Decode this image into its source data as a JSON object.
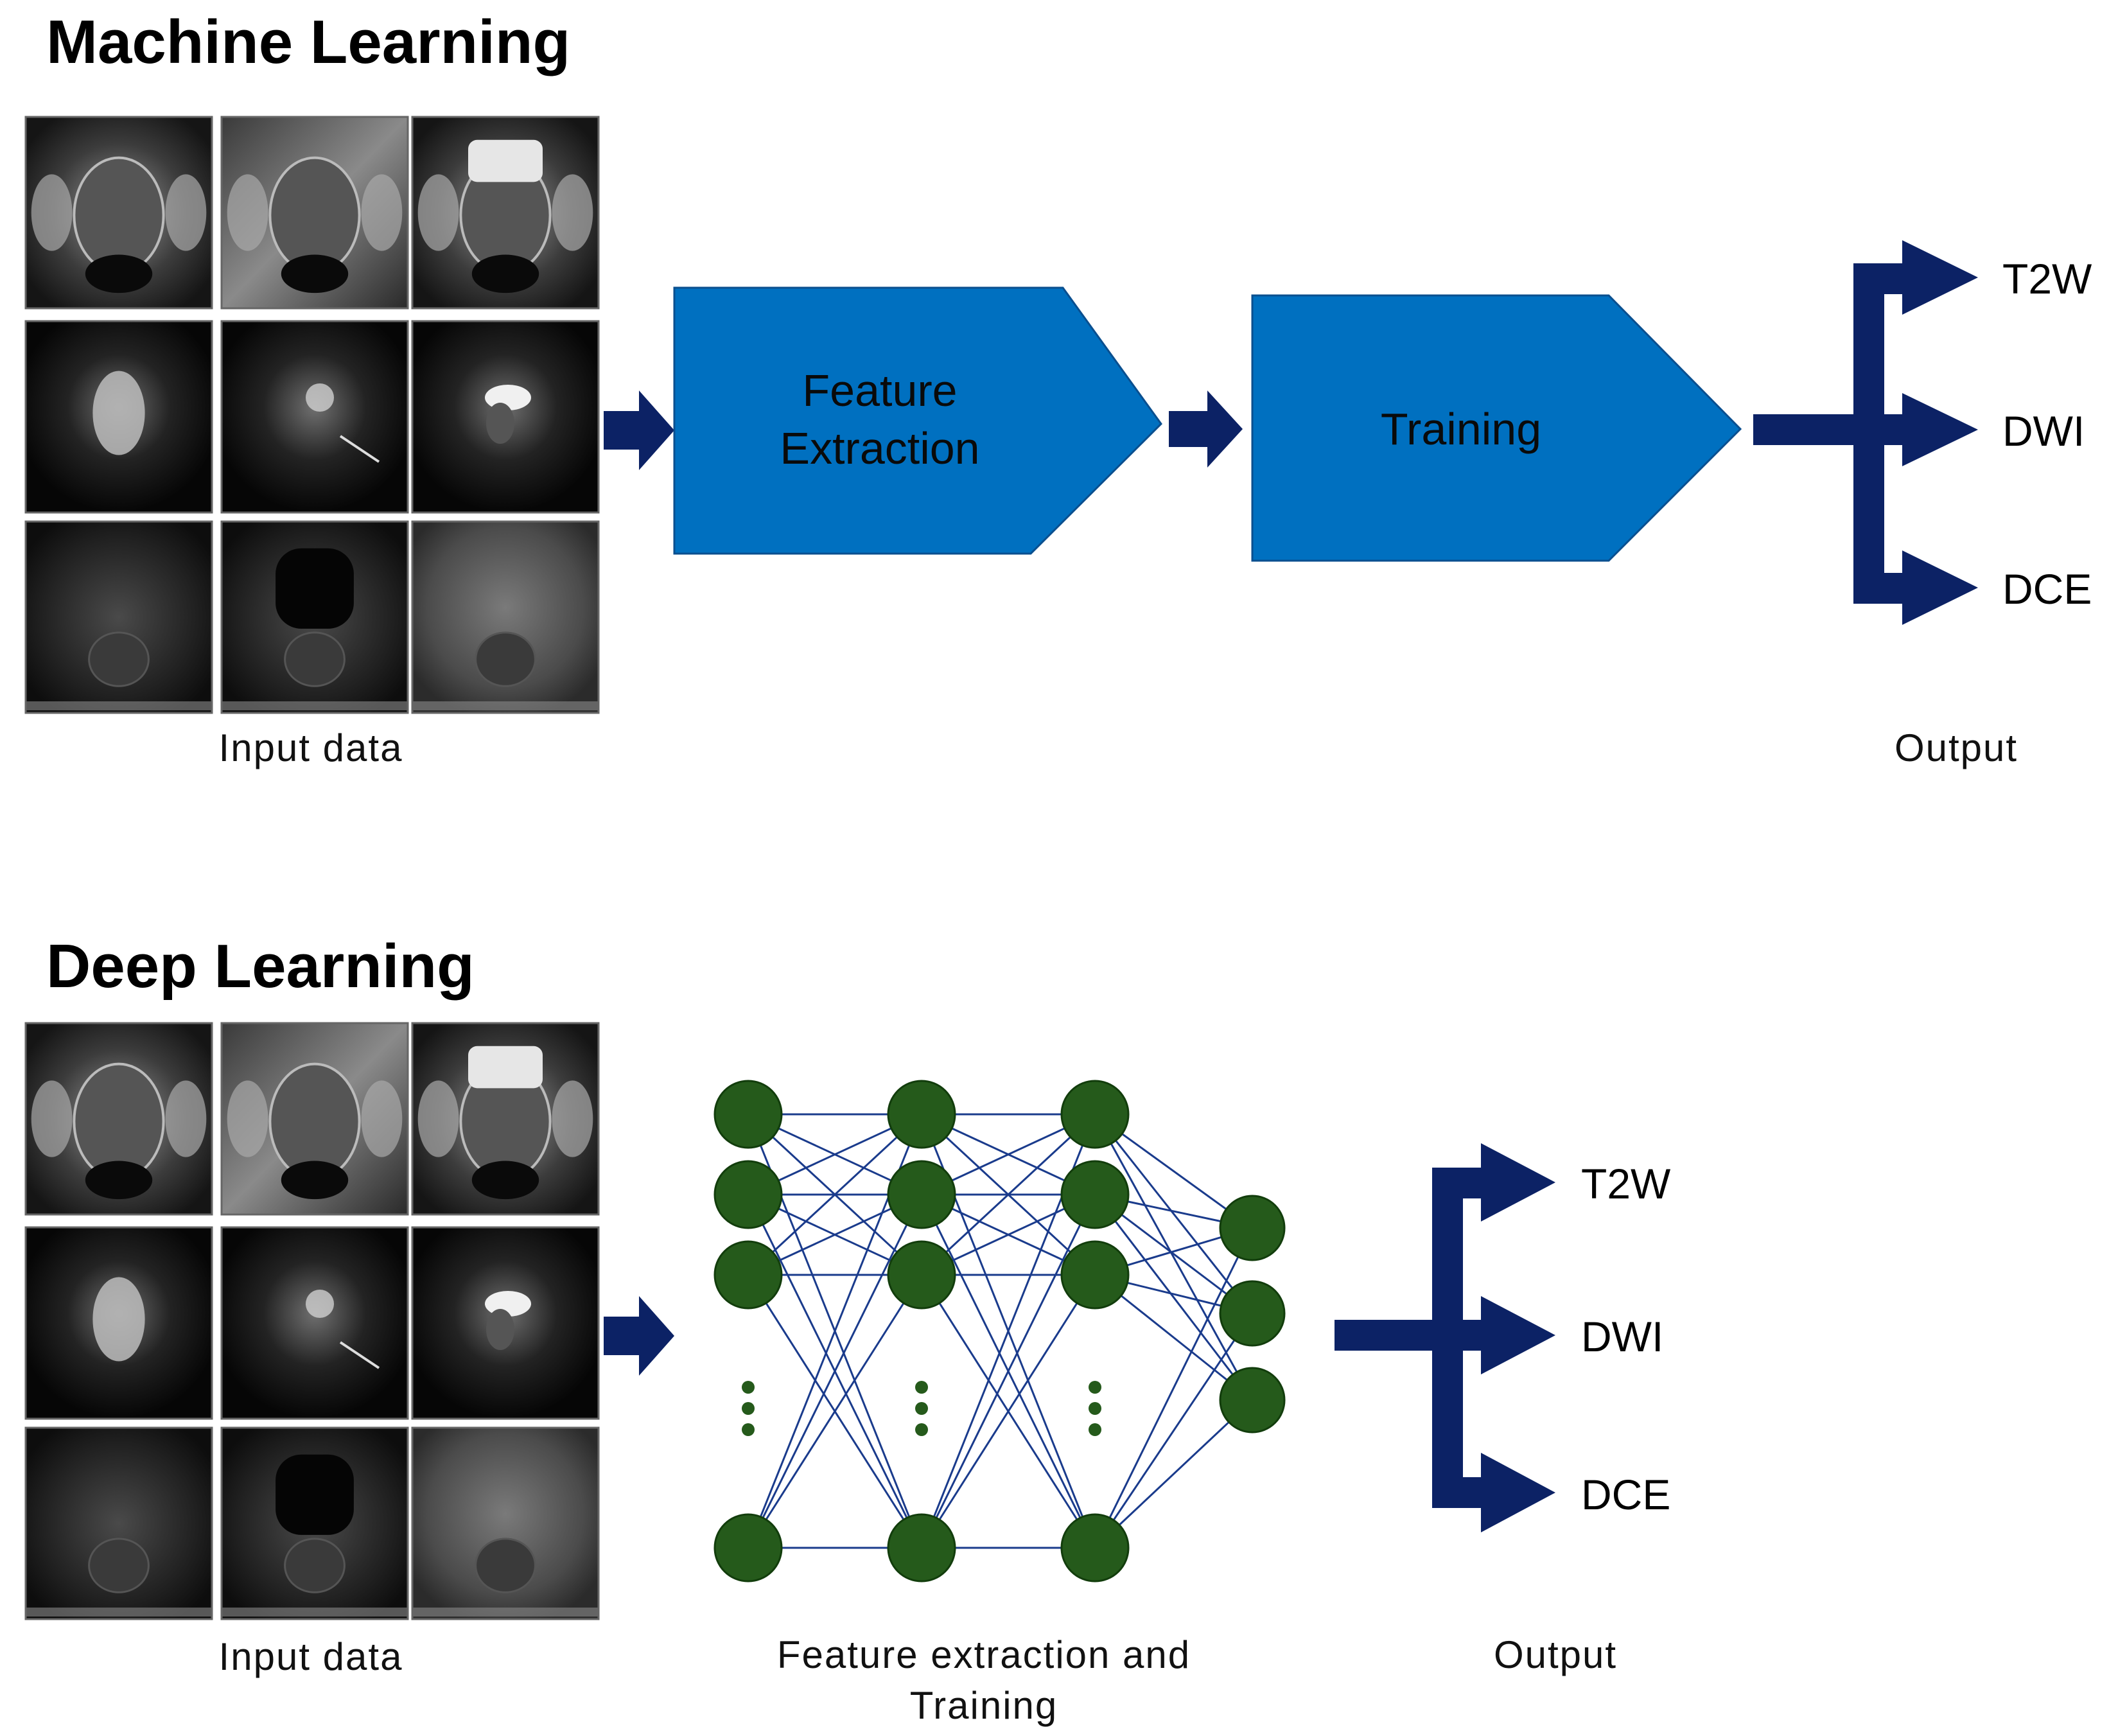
{
  "sections": {
    "ml": {
      "title": "Machine Learning",
      "input_caption": "Input data",
      "step1_lines": [
        "Feature",
        "Extraction"
      ],
      "step2_label": "Training",
      "output_caption": "Output",
      "outputs": [
        "T2W",
        "DWI",
        "DCE"
      ]
    },
    "dl": {
      "title": "Deep Learning",
      "input_caption": "Input data",
      "network_caption_lines": [
        "Feature extraction and",
        "Training"
      ],
      "output_caption": "Output",
      "outputs": [
        "T2W",
        "DWI",
        "DCE"
      ]
    }
  },
  "image_grid": {
    "rows": [
      "T2W",
      "DWI",
      "DCE"
    ],
    "columns": 3
  },
  "network": {
    "layers": [
      4,
      4,
      4,
      3
    ],
    "ellipsis_after_layers": [
      0,
      1,
      2
    ]
  },
  "colors": {
    "box_fill": "#0070c0",
    "arrow": "#0c2265",
    "node_fill": "#255a1b",
    "edge": "#1a3b8c"
  }
}
